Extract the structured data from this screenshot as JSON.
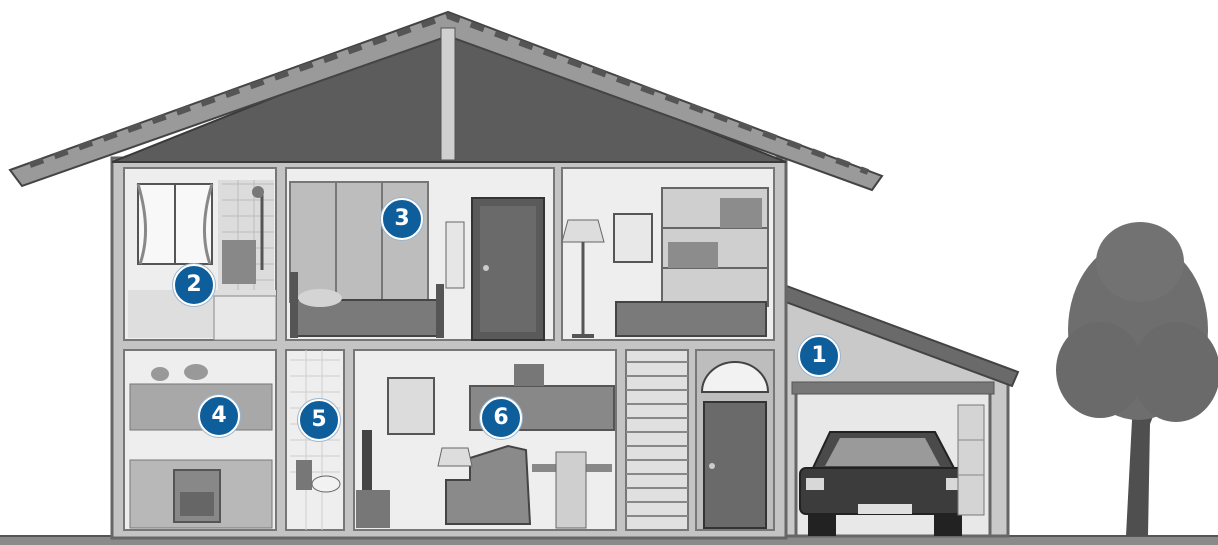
{
  "colors": {
    "marker_fill": "#0f5e9c",
    "roof": "#5c5c5c",
    "wall": "#c4c4c4",
    "room_bg": "#eeeeee",
    "ground": "#8a8a8a"
  },
  "markers": [
    {
      "label": "1",
      "room": "garage"
    },
    {
      "label": "2",
      "room": "bathroom-upstairs"
    },
    {
      "label": "3",
      "room": "bedroom"
    },
    {
      "label": "4",
      "room": "kitchen"
    },
    {
      "label": "5",
      "room": "toilet"
    },
    {
      "label": "6",
      "room": "living-room"
    }
  ],
  "icons": [
    "house-illustration",
    "tree-icon",
    "car-icon",
    "bed-icon",
    "lamp-icon",
    "door-icon",
    "stove-icon",
    "sofa-icon",
    "bookshelf-icon",
    "window-icon",
    "shower-icon"
  ]
}
